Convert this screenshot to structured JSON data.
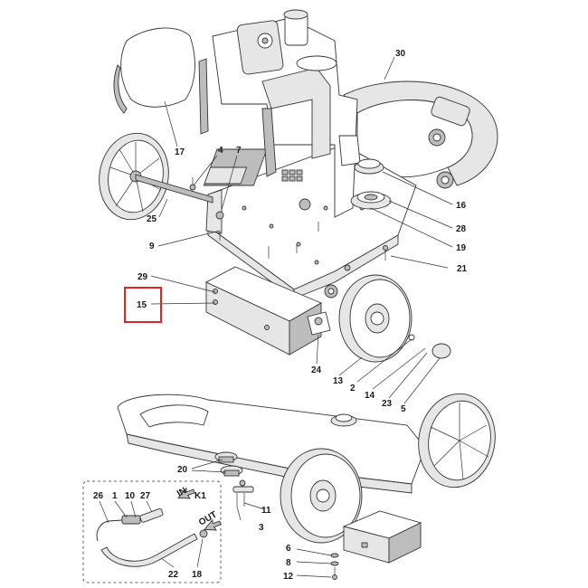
{
  "diagram": {
    "highlighted_callout": "15",
    "callouts": [
      "30",
      "17",
      "4",
      "7",
      "25",
      "16",
      "28",
      "19",
      "9",
      "21",
      "29",
      "15",
      "24",
      "13",
      "2",
      "14",
      "23",
      "5",
      "20",
      "11",
      "3",
      "6",
      "8",
      "12",
      "26",
      "1",
      "10",
      "27",
      "K1",
      "22",
      "18"
    ],
    "inset": {
      "in_label": "IN",
      "out_label": "OUT",
      "kit_label": "K1"
    },
    "colors": {
      "highlight": "#d62828",
      "line": "#333333",
      "fill_light": "#e6e6e6",
      "fill_mid": "#bdbdbd"
    }
  }
}
